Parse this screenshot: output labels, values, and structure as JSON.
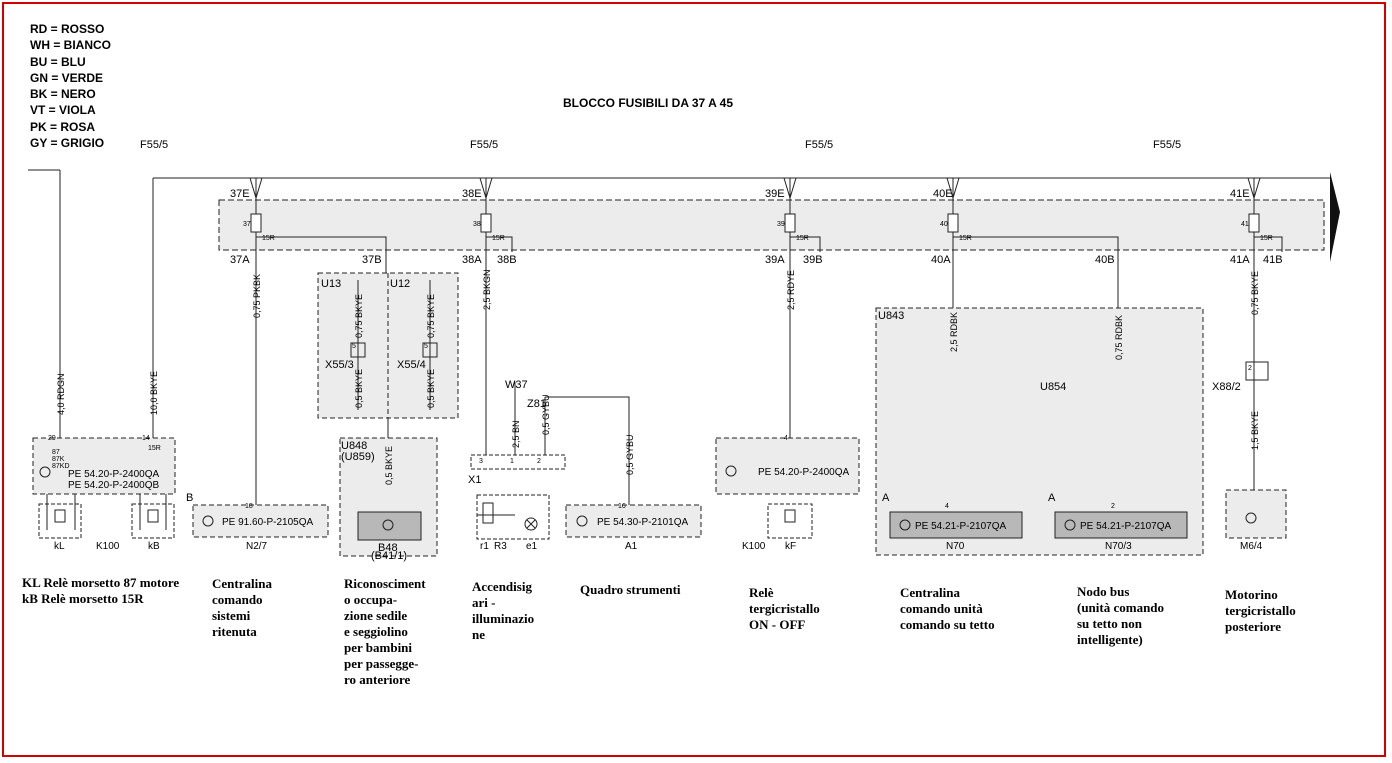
{
  "legend": [
    "RD = ROSSO",
    "WH = BIANCO",
    "BU = BLU",
    "GN = VERDE",
    "BK = NERO",
    "VT = VIOLA",
    "PK = ROSA",
    "GY = GRIGIO"
  ],
  "title": "BLOCCO FUSIBILI DA  37 A 45",
  "feeds": [
    "F55/5",
    "F55/5",
    "F55/5",
    "F55/5"
  ],
  "fuse_tops": [
    "37E",
    "38E",
    "39E",
    "40E",
    "41E"
  ],
  "fuse_nums": [
    "37",
    "38",
    "39",
    "40",
    "41"
  ],
  "fuse_15r": [
    "15R",
    "15R",
    "15R",
    "15R",
    "15R"
  ],
  "fuse_bottoms": [
    "37A",
    "37B",
    "38A",
    "38B",
    "39A",
    "39B",
    "40A",
    "40B",
    "41A",
    "41B"
  ],
  "wires": [
    "4,0 RDGN",
    "10,0 BKYE",
    "0,75 PKBK",
    "2,5 BKGN",
    "2,5 RDYE",
    "2,5 RDBK",
    "0,75 RDBK",
    "0,75 BKYE",
    "1,5 BKYE",
    "2,5 BN",
    "0,5 GYBU",
    "0,5 GYBU",
    "0,75 BKYE",
    "0,5 BKYE",
    "0,75 BKYE",
    "0,5 BKYE",
    "0,5 BKYE"
  ],
  "pins": [
    "29",
    "14",
    "15R",
    "87",
    "87K",
    "87KD",
    "18",
    "4",
    "16",
    "4",
    "2",
    "1",
    "2",
    "3",
    "5",
    "5",
    "2"
  ],
  "modules": {
    "u13": "U13",
    "u12": "U12",
    "x55_3": "X55/3",
    "x55_4": "X55/4",
    "u848": "U848",
    "u859": "(U859)",
    "b48": "B48",
    "b41": "(B41/1)",
    "u843": "U843",
    "u854": "U854",
    "x88": "X88/2",
    "w37": "W37",
    "z81": "Z81",
    "x1": "X1",
    "b_label": "B",
    "a_label_1": "A",
    "a_label_2": "A"
  },
  "pe_codes": [
    "PE  54.20-P-2400QA",
    "PE  54.20-P-2400QB",
    "PE  91.60-P-2105QA",
    "PE  54.30-P-2101QA",
    "PE  54.20-P-2400QA",
    "PE  54.21-P-2107QA",
    "PE  54.21-P-2107QA"
  ],
  "component_ids": [
    "kL",
    "K100",
    "kB",
    "N2/7",
    "r1",
    "R3",
    "e1",
    "A1",
    "K100",
    "kF",
    "N70",
    "N70/3",
    "M6/4"
  ],
  "captions": [
    "KL Relè morsetto 87 motore\nkB Relè morsetto 15R",
    "Centralina\ncomando\nsistemi\nritenuta",
    "Riconosciment\no    occupa-\nzione  sedile\ne  seggiolino\nper bambini\nper passegge-\nro anteriore",
    "Accendisig\nari -\nilluminazio\nne",
    "Quadro strumenti",
    "Relè\ntergicristallo\nON - OFF",
    "Centralina\ncomando unità\ncomando su tetto",
    "Nodo  bus\n(unità  comando\nsu tetto non\nintelligente)",
    "Motorino\ntergicristallo\nposteriore"
  ],
  "colors": {
    "border": "#d40000",
    "box_fill": "#ececec",
    "module_fill": "#e8e8e8",
    "dark_fill": "#b8b8b8",
    "line": "#222222"
  }
}
